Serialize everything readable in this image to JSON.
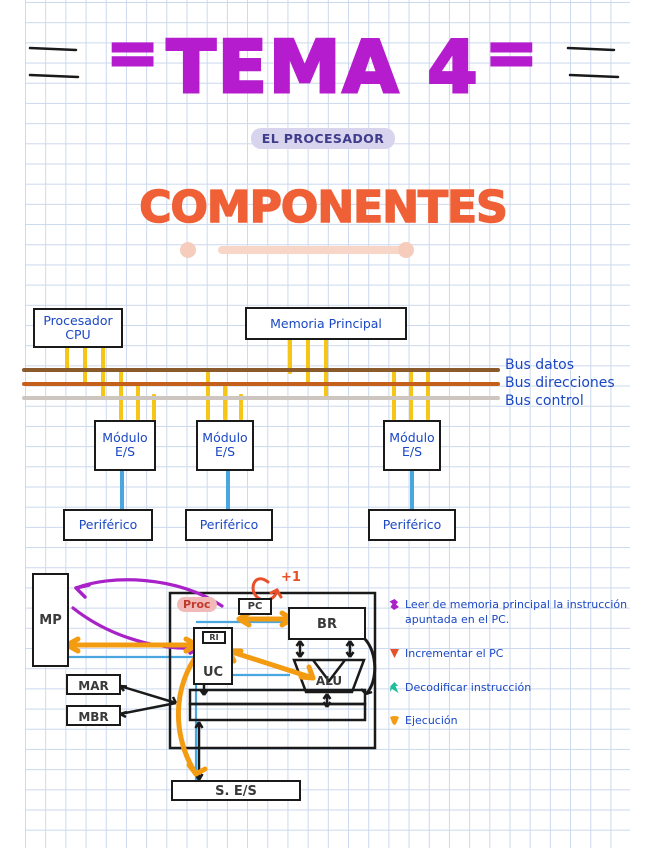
{
  "page": {
    "title_text": "TEMA 4",
    "title_left_mark": "=",
    "title_right_mark": "=",
    "subtitle": "EL PROCESADOR",
    "section_title": "COMPONENTES"
  },
  "colors": {
    "title_purple": "#b41ccd",
    "subtitle_text": "#3f3c8c",
    "subtitle_badge": "#d8d4ee",
    "section_orange": "#ef6036",
    "deco_peach": "#f6cdbd",
    "handwriting_blue": "#1a47c4",
    "bus_datos": "#8a5a2b",
    "bus_direcciones": "#c4601c",
    "bus_control": "#cdc6c0",
    "stub_yellow": "#f5c518",
    "cable_blue": "#49a6de",
    "ink_black": "#1a1a1a",
    "arrow_orange": "#f39c12",
    "arrow_purple": "#a822c8",
    "arrow_red": "#e8502a",
    "arrow_green": "#1fbf9a",
    "proc_tag_bg": "#f2b9b9",
    "proc_tag_text": "#c0392b"
  },
  "bus_diagram": {
    "blocks": [
      {
        "id": "cpu",
        "label": "Procesador\nCPU"
      },
      {
        "id": "memoria",
        "label": "Memoria Principal"
      },
      {
        "id": "modulo1",
        "label": "Módulo\nE/S"
      },
      {
        "id": "modulo2",
        "label": "Módulo\nE/S"
      },
      {
        "id": "modulo3",
        "label": "Módulo\nE/S"
      },
      {
        "id": "periferico1",
        "label": "Periférico"
      },
      {
        "id": "periferico2",
        "label": "Periférico"
      },
      {
        "id": "periferico3",
        "label": "Periférico"
      }
    ],
    "bus_labels": [
      {
        "id": "datos",
        "label": "Bus datos"
      },
      {
        "id": "direcciones",
        "label": "Bus direcciones"
      },
      {
        "id": "control",
        "label": "Bus control"
      }
    ]
  },
  "cpu_diagram": {
    "proc_tag": "Proc",
    "blocks": [
      {
        "id": "mp",
        "label": "MP"
      },
      {
        "id": "mar",
        "label": "MAR"
      },
      {
        "id": "mbr",
        "label": "MBR"
      },
      {
        "id": "pc",
        "label": "PC"
      },
      {
        "id": "ri",
        "label": "RI"
      },
      {
        "id": "uc",
        "label": "UC"
      },
      {
        "id": "br",
        "label": "BR"
      },
      {
        "id": "alu",
        "label": "ALU"
      },
      {
        "id": "ses",
        "label": "S. E/S"
      }
    ],
    "increment_annotation": "+1"
  },
  "legend": {
    "items": [
      {
        "marker_color": "#a822c8",
        "text": "Leer de memoria principal la instrucción\napuntada en el PC."
      },
      {
        "marker_color": "#e8502a",
        "text": "Incrementar el PC"
      },
      {
        "marker_color": "#1fbf9a",
        "text": "Decodificar instrucción"
      },
      {
        "marker_color": "#f39c12",
        "text": "Ejecución"
      }
    ]
  }
}
